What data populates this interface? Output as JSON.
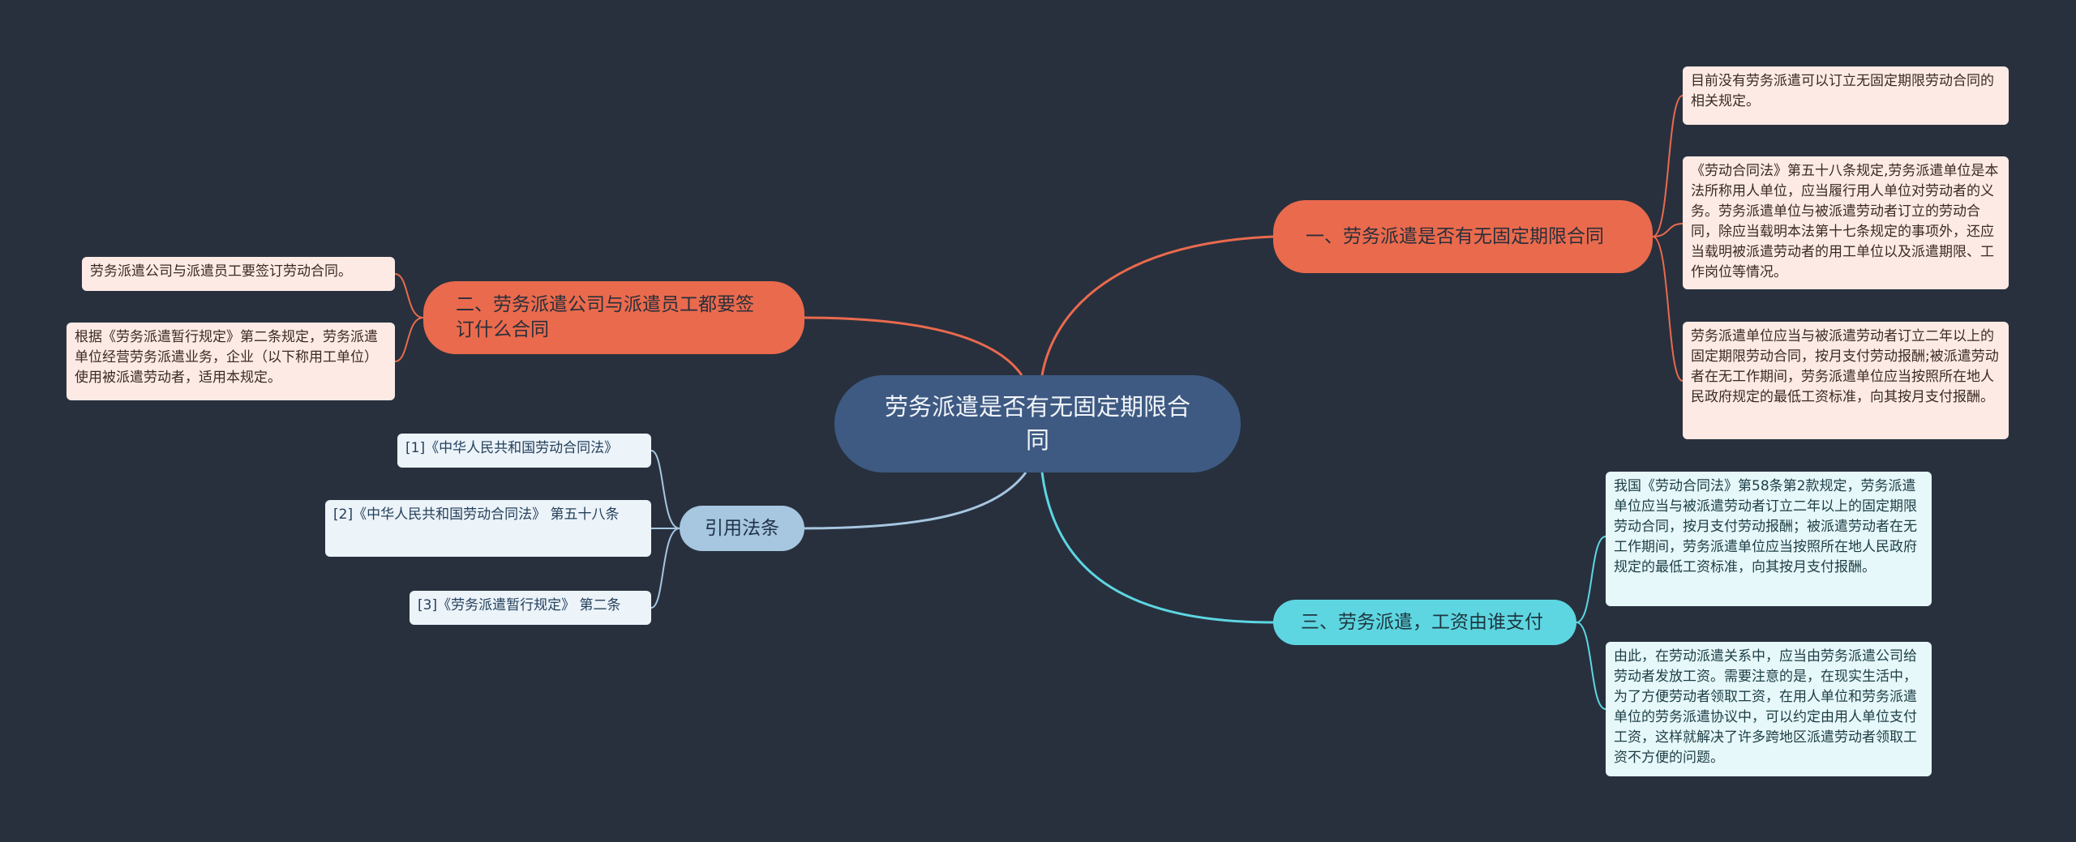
{
  "center": {
    "title": "劳务派遣是否有无固定期限合同"
  },
  "branches": {
    "b1": {
      "title": "一、劳务派遣是否有无固定期限合同",
      "leaves": [
        "目前没有劳务派遣可以订立无固定期限劳动合同的相关规定。",
        "《劳动合同法》第五十八条规定,劳务派遣单位是本法所称用人单位，应当履行用人单位对劳动者的义务。劳务派遣单位与被派遣劳动者订立的劳动合同，除应当载明本法第十七条规定的事项外，还应当载明被派遣劳动者的用工单位以及派遣期限、工作岗位等情况。",
        "劳务派遣单位应当与被派遣劳动者订立二年以上的固定期限劳动合同，按月支付劳动报酬;被派遣劳动者在无工作期间，劳务派遣单位应当按照所在地人民政府规定的最低工资标准，向其按月支付报酬。"
      ]
    },
    "b2": {
      "title": "二、劳务派遣公司与派遣员工都要签订什么合同",
      "leaves": [
        "劳务派遣公司与派遣员工要签订劳动合同。",
        "根据《劳务派遣暂行规定》第二条规定，劳务派遣单位经营劳务派遣业务，企业（以下称用工单位）使用被派遣劳动者，适用本规定。"
      ]
    },
    "b3": {
      "title": "引用法条",
      "leaves": [
        "[1]《中华人民共和国劳动合同法》",
        "[2]《中华人民共和国劳动合同法》 第五十八条",
        "[3]《劳务派遣暂行规定》 第二条"
      ]
    },
    "b4": {
      "title": "三、劳务派遣，工资由谁支付",
      "leaves": [
        "我国《劳动合同法》第58条第2款规定，劳务派遣单位应当与被派遣劳动者订立二年以上的固定期限劳动合同，按月支付劳动报酬；被派遣劳动者在无工作期间，劳务派遣单位应当按照所在地人民政府规定的最低工资标准，向其按月支付报酬。",
        "由此，在劳动派遣关系中，应当由劳务派遣公司给劳动者发放工资。需要注意的是，在现实生活中，为了方便劳动者领取工资，在用人单位和劳务派遣单位的劳务派遣协议中，可以约定由用人单位支付工资，这样就解决了许多跨地区派遣劳动者领取工资不方便的问题。"
      ]
    }
  },
  "colors": {
    "background": "#28303e",
    "center": "#3e5a82",
    "orange": "#ea6a4d",
    "teal": "#5dd6e1",
    "blue": "#a7c6e0"
  }
}
